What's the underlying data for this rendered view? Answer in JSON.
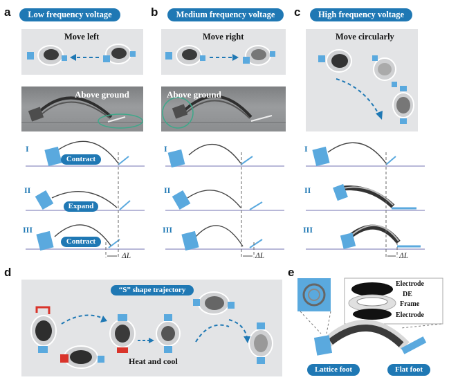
{
  "panels": {
    "a": {
      "letter": "a",
      "title": "Low frequency voltage",
      "motion": "Move left",
      "photo_label": "Above ground",
      "stages": [
        "I",
        "II",
        "III"
      ],
      "stage_actions": [
        "Contract",
        "Expand",
        "Contract"
      ],
      "delta": "ΔL"
    },
    "b": {
      "letter": "b",
      "title": "Medium frequency voltage",
      "motion": "Move right",
      "photo_label": "Above ground",
      "stages": [
        "I",
        "II",
        "III"
      ],
      "delta": "ΔL"
    },
    "c": {
      "letter": "c",
      "title": "High frequency voltage",
      "motion": "Move circularly",
      "stages": [
        "I",
        "II",
        "III"
      ],
      "delta": "ΔL"
    },
    "d": {
      "letter": "d",
      "title": "“S” shape trajectory",
      "note": "Heat and cool"
    },
    "e": {
      "letter": "e",
      "layers": [
        "Electrode",
        "DE",
        "Frame",
        "Electrode"
      ],
      "feet": [
        "Lattice foot",
        "Flat foot"
      ]
    }
  },
  "colors": {
    "accent": "#1f78b4",
    "foot": "#5aa9de",
    "heat": "#d9342b",
    "panel_bg": "#e3e4e6",
    "ground": "#b8b8d8",
    "highlight_ring": "#3ea88a"
  }
}
